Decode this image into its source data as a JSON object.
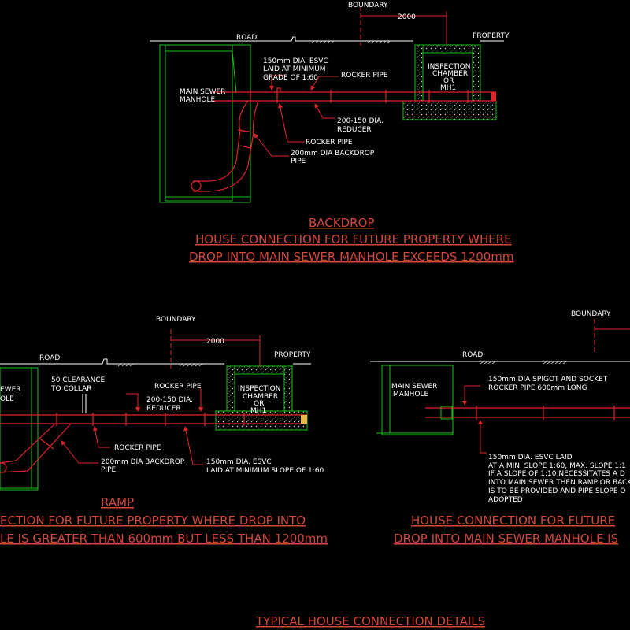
{
  "labels": {
    "boundary": "BOUNDARY",
    "road": "ROAD",
    "property": "PROPERTY",
    "dim_2000": "2000",
    "main_sewer_1": "MAIN SEWER",
    "main_sewer_2": "MANHOLE",
    "inspection_1": "INSPECTION",
    "inspection_2": "CHAMBER",
    "inspection_3": "OR",
    "inspection_4": "MH1",
    "rocker_pipe": "ROCKER PIPE",
    "backdrop_pipe_1": "200mm DIA BACKDROP",
    "backdrop_pipe_2": "PIPE",
    "reducer_1": "200-150 DIA.",
    "reducer_2": "REDUCER",
    "esvc_top_1": "150mm DIA. ESVC",
    "esvc_top_2": "LAID AT MINIMUM",
    "esvc_top_3": "GRADE OF 1:60",
    "clearance_1": "50 CLEARANCE",
    "clearance_2": "TO COLLAR",
    "esvc_ramp_1": "150mm DIA. ESVC",
    "esvc_ramp_2": "LAID AT MINIMUM SLOPE OF 1:60",
    "spigot_1": "150mm DIA SPIGOT AND SOCKET",
    "spigot_2": "ROCKER PIPE 600mm LONG",
    "esvc_right_1": "150mm DIA. ESVC LAID",
    "esvc_right_2": "AT A MIN. SLOPE 1:60, MAX. SLOPE 1:1",
    "esvc_right_3": "IF A SLOPE OF 1:10 NECESSITATES A D",
    "esvc_right_4": "INTO MAIN SEWER THEN RAMP OR BACK",
    "esvc_right_5": "IS TO BE PROVIDED AND PIPE SLOPE O",
    "esvc_right_6": "ADOPTED"
  },
  "titles": {
    "backdrop_heading": "BACKDROP",
    "backdrop_line1": "HOUSE CONNECTION FOR FUTURE PROPERTY WHERE",
    "backdrop_line2": "DROP INTO MAIN SEWER MANHOLE EXCEEDS 1200mm",
    "ramp_heading": "RAMP",
    "ramp_line1": "ECTION FOR FUTURE PROPERTY WHERE DROP INTO",
    "ramp_line2": "LE IS GREATER THAN 600mm BUT LESS THAN 1200mm",
    "right_line1": "HOUSE CONNECTION FOR FUTURE",
    "right_line2": "DROP INTO MAIN SEWER MANHOLE IS",
    "sheet_title": "TYPICAL HOUSE CONNECTION DETAILS"
  },
  "colors": {
    "background": "#000000",
    "structure": "#19c219",
    "pipe": "#e2242a",
    "text": "#ffffff",
    "title": "#d4453a"
  }
}
